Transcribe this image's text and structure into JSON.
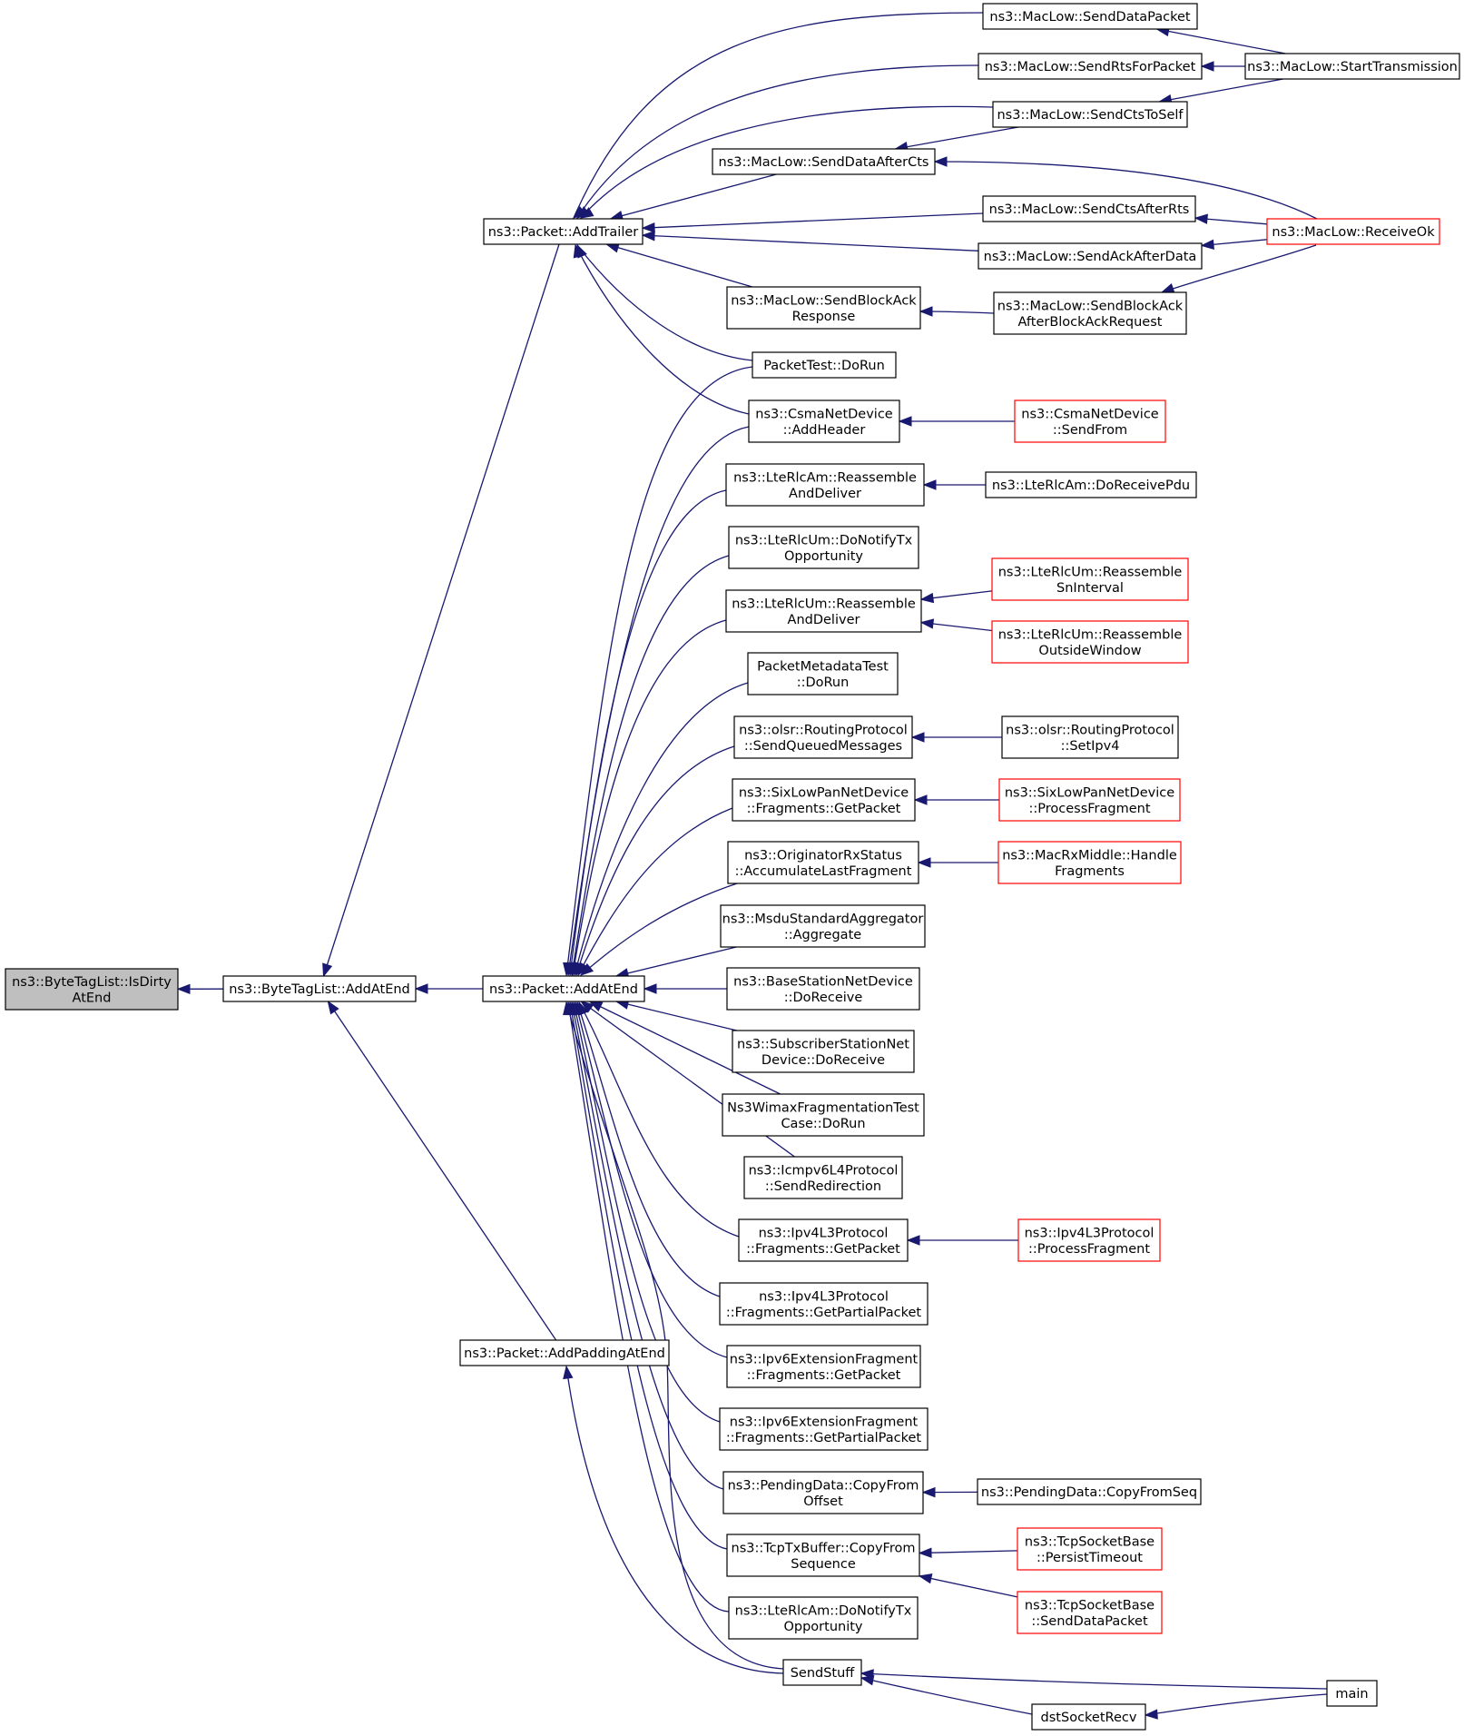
{
  "diagram": {
    "type": "caller-graph",
    "colors": {
      "edge": "#191970",
      "border": "#000000",
      "border_unlinked": "#ff0000",
      "focus_fill": "#bfbfbf",
      "background": "#ffffff"
    },
    "nodes": [
      {
        "id": "isdirty",
        "lines": [
          "ns3::ByteTagList::IsDirty",
          "AtEnd"
        ],
        "style": "focus"
      },
      {
        "id": "btl_addatend",
        "lines": [
          "ns3::ByteTagList::AddAtEnd"
        ]
      },
      {
        "id": "pkt_addatend",
        "lines": [
          "ns3::Packet::AddAtEnd"
        ]
      },
      {
        "id": "pkt_addtrailer",
        "lines": [
          "ns3::Packet::AddTrailer"
        ]
      },
      {
        "id": "pkt_addpadding",
        "lines": [
          "ns3::Packet::AddPaddingAtEnd"
        ]
      },
      {
        "id": "sendstuff",
        "lines": [
          "SendStuff"
        ]
      },
      {
        "id": "dstsocketrecv",
        "lines": [
          "dstSocketRecv"
        ]
      },
      {
        "id": "main",
        "lines": [
          "main"
        ]
      },
      {
        "id": "senddatapacket",
        "lines": [
          "ns3::MacLow::SendDataPacket"
        ]
      },
      {
        "id": "sendrts",
        "lines": [
          "ns3::MacLow::SendRtsForPacket"
        ]
      },
      {
        "id": "starttx",
        "lines": [
          "ns3::MacLow::StartTransmission"
        ]
      },
      {
        "id": "sendctstoself",
        "lines": [
          "ns3::MacLow::SendCtsToSelf"
        ]
      },
      {
        "id": "senddataaftercts",
        "lines": [
          "ns3::MacLow::SendDataAfterCts"
        ]
      },
      {
        "id": "sendctsafterrts",
        "lines": [
          "ns3::MacLow::SendCtsAfterRts"
        ]
      },
      {
        "id": "sendackafterdata",
        "lines": [
          "ns3::MacLow::SendAckAfterData"
        ]
      },
      {
        "id": "receiveok",
        "lines": [
          "ns3::MacLow::ReceiveOk"
        ],
        "style": "red"
      },
      {
        "id": "sendblockackresp",
        "lines": [
          "ns3::MacLow::SendBlockAck",
          "Response"
        ]
      },
      {
        "id": "sendblockackafter",
        "lines": [
          "ns3::MacLow::SendBlockAck",
          "AfterBlockAckRequest"
        ]
      },
      {
        "id": "packettest",
        "lines": [
          "PacketTest::DoRun"
        ]
      },
      {
        "id": "csma_addheader",
        "lines": [
          "ns3::CsmaNetDevice",
          "::AddHeader"
        ]
      },
      {
        "id": "csma_sendfrom",
        "lines": [
          "ns3::CsmaNetDevice",
          "::SendFrom"
        ],
        "style": "red"
      },
      {
        "id": "rlcam_reassemble",
        "lines": [
          "ns3::LteRlcAm::Reassemble",
          "AndDeliver"
        ]
      },
      {
        "id": "rlcam_doreceive",
        "lines": [
          "ns3::LteRlcAm::DoReceivePdu"
        ]
      },
      {
        "id": "rlcum_donotify",
        "lines": [
          "ns3::LteRlcUm::DoNotifyTx",
          "Opportunity"
        ]
      },
      {
        "id": "rlcum_reassemble",
        "lines": [
          "ns3::LteRlcUm::Reassemble",
          "AndDeliver"
        ]
      },
      {
        "id": "rlcum_sninterval",
        "lines": [
          "ns3::LteRlcUm::Reassemble",
          "SnInterval"
        ],
        "style": "red"
      },
      {
        "id": "rlcum_outside",
        "lines": [
          "ns3::LteRlcUm::Reassemble",
          "OutsideWindow"
        ],
        "style": "red"
      },
      {
        "id": "pktmetadata",
        "lines": [
          "PacketMetadataTest",
          "::DoRun"
        ]
      },
      {
        "id": "olsr_queued",
        "lines": [
          "ns3::olsr::RoutingProtocol",
          "::SendQueuedMessages"
        ]
      },
      {
        "id": "olsr_setipv4",
        "lines": [
          "ns3::olsr::RoutingProtocol",
          "::SetIpv4"
        ]
      },
      {
        "id": "sixlow_getpacket",
        "lines": [
          "ns3::SixLowPanNetDevice",
          "::Fragments::GetPacket"
        ]
      },
      {
        "id": "sixlow_process",
        "lines": [
          "ns3::SixLowPanNetDevice",
          "::ProcessFragment"
        ],
        "style": "red"
      },
      {
        "id": "originator",
        "lines": [
          "ns3::OriginatorRxStatus",
          "::AccumulateLastFragment"
        ]
      },
      {
        "id": "macrx_handle",
        "lines": [
          "ns3::MacRxMiddle::Handle",
          "Fragments"
        ],
        "style": "red"
      },
      {
        "id": "msdu",
        "lines": [
          "ns3::MsduStandardAggregator",
          "::Aggregate"
        ]
      },
      {
        "id": "bsnet",
        "lines": [
          "ns3::BaseStationNetDevice",
          "::DoReceive"
        ]
      },
      {
        "id": "ssnet",
        "lines": [
          "ns3::SubscriberStationNet",
          "Device::DoReceive"
        ]
      },
      {
        "id": "wimaxfrag",
        "lines": [
          "Ns3WimaxFragmentationTest",
          "Case::DoRun"
        ]
      },
      {
        "id": "icmpv6",
        "lines": [
          "ns3::Icmpv6L4Protocol",
          "::SendRedirection"
        ]
      },
      {
        "id": "ipv4_getpacket",
        "lines": [
          "ns3::Ipv4L3Protocol",
          "::Fragments::GetPacket"
        ]
      },
      {
        "id": "ipv4_process",
        "lines": [
          "ns3::Ipv4L3Protocol",
          "::ProcessFragment"
        ],
        "style": "red"
      },
      {
        "id": "ipv4_partial",
        "lines": [
          "ns3::Ipv4L3Protocol",
          "::Fragments::GetPartialPacket"
        ]
      },
      {
        "id": "ipv6_getpacket",
        "lines": [
          "ns3::Ipv6ExtensionFragment",
          "::Fragments::GetPacket"
        ]
      },
      {
        "id": "ipv6_partial",
        "lines": [
          "ns3::Ipv6ExtensionFragment",
          "::Fragments::GetPartialPacket"
        ]
      },
      {
        "id": "pending_offset",
        "lines": [
          "ns3::PendingData::CopyFrom",
          "Offset"
        ]
      },
      {
        "id": "pending_seq",
        "lines": [
          "ns3::PendingData::CopyFromSeq"
        ]
      },
      {
        "id": "tcptx_copy",
        "lines": [
          "ns3::TcpTxBuffer::CopyFrom",
          "Sequence"
        ]
      },
      {
        "id": "tcp_persist",
        "lines": [
          "ns3::TcpSocketBase",
          "::PersistTimeout"
        ],
        "style": "red"
      },
      {
        "id": "tcp_senddata",
        "lines": [
          "ns3::TcpSocketBase",
          "::SendDataPacket"
        ],
        "style": "red"
      },
      {
        "id": "rlcam_donotify",
        "lines": [
          "ns3::LteRlcAm::DoNotifyTx",
          "Opportunity"
        ]
      }
    ],
    "edges": [
      {
        "from": "btl_addatend",
        "to": "isdirty"
      },
      {
        "from": "pkt_addatend",
        "to": "btl_addatend"
      },
      {
        "from": "pkt_addtrailer",
        "to": "btl_addatend"
      },
      {
        "from": "pkt_addpadding",
        "to": "btl_addatend"
      },
      {
        "from": "senddatapacket",
        "to": "pkt_addtrailer"
      },
      {
        "from": "sendrts",
        "to": "pkt_addtrailer"
      },
      {
        "from": "sendctstoself",
        "to": "pkt_addtrailer"
      },
      {
        "from": "senddataaftercts",
        "to": "pkt_addtrailer"
      },
      {
        "from": "sendctsafterrts",
        "to": "pkt_addtrailer"
      },
      {
        "from": "sendackafterdata",
        "to": "pkt_addtrailer"
      },
      {
        "from": "sendblockackresp",
        "to": "pkt_addtrailer"
      },
      {
        "from": "packettest",
        "to": "pkt_addtrailer"
      },
      {
        "from": "csma_addheader",
        "to": "pkt_addtrailer"
      },
      {
        "from": "starttx",
        "to": "senddatapacket"
      },
      {
        "from": "starttx",
        "to": "sendrts"
      },
      {
        "from": "starttx",
        "to": "sendctstoself"
      },
      {
        "from": "sendctstoself",
        "to": "senddataaftercts"
      },
      {
        "from": "receiveok",
        "to": "senddataaftercts"
      },
      {
        "from": "receiveok",
        "to": "sendctsafterrts"
      },
      {
        "from": "receiveok",
        "to": "sendackafterdata"
      },
      {
        "from": "receiveok",
        "to": "sendblockackafter"
      },
      {
        "from": "sendblockackafter",
        "to": "sendblockackresp"
      },
      {
        "from": "csma_sendfrom",
        "to": "csma_addheader"
      },
      {
        "from": "rlcam_doreceive",
        "to": "rlcam_reassemble"
      },
      {
        "from": "rlcum_sninterval",
        "to": "rlcum_reassemble"
      },
      {
        "from": "rlcum_outside",
        "to": "rlcum_reassemble"
      },
      {
        "from": "olsr_setipv4",
        "to": "olsr_queued"
      },
      {
        "from": "sixlow_process",
        "to": "sixlow_getpacket"
      },
      {
        "from": "macrx_handle",
        "to": "originator"
      },
      {
        "from": "ipv4_process",
        "to": "ipv4_getpacket"
      },
      {
        "from": "pending_seq",
        "to": "pending_offset"
      },
      {
        "from": "tcp_persist",
        "to": "tcptx_copy"
      },
      {
        "from": "tcp_senddata",
        "to": "tcptx_copy"
      },
      {
        "from": "packettest",
        "to": "pkt_addatend"
      },
      {
        "from": "csma_addheader",
        "to": "pkt_addatend"
      },
      {
        "from": "rlcam_reassemble",
        "to": "pkt_addatend"
      },
      {
        "from": "rlcum_donotify",
        "to": "pkt_addatend"
      },
      {
        "from": "rlcum_reassemble",
        "to": "pkt_addatend"
      },
      {
        "from": "pktmetadata",
        "to": "pkt_addatend"
      },
      {
        "from": "olsr_queued",
        "to": "pkt_addatend"
      },
      {
        "from": "sixlow_getpacket",
        "to": "pkt_addatend"
      },
      {
        "from": "originator",
        "to": "pkt_addatend"
      },
      {
        "from": "msdu",
        "to": "pkt_addatend"
      },
      {
        "from": "bsnet",
        "to": "pkt_addatend"
      },
      {
        "from": "ssnet",
        "to": "pkt_addatend"
      },
      {
        "from": "wimaxfrag",
        "to": "pkt_addatend"
      },
      {
        "from": "icmpv6",
        "to": "pkt_addatend"
      },
      {
        "from": "ipv4_getpacket",
        "to": "pkt_addatend"
      },
      {
        "from": "ipv4_partial",
        "to": "pkt_addatend"
      },
      {
        "from": "ipv6_getpacket",
        "to": "pkt_addatend"
      },
      {
        "from": "ipv6_partial",
        "to": "pkt_addatend"
      },
      {
        "from": "pending_offset",
        "to": "pkt_addatend"
      },
      {
        "from": "tcptx_copy",
        "to": "pkt_addatend"
      },
      {
        "from": "rlcam_donotify",
        "to": "pkt_addatend"
      },
      {
        "from": "sendstuff",
        "to": "pkt_addatend"
      },
      {
        "from": "sendstuff",
        "to": "pkt_addpadding"
      },
      {
        "from": "main",
        "to": "sendstuff"
      },
      {
        "from": "dstsocketrecv",
        "to": "sendstuff"
      },
      {
        "from": "main",
        "to": "dstsocketrecv"
      }
    ]
  }
}
